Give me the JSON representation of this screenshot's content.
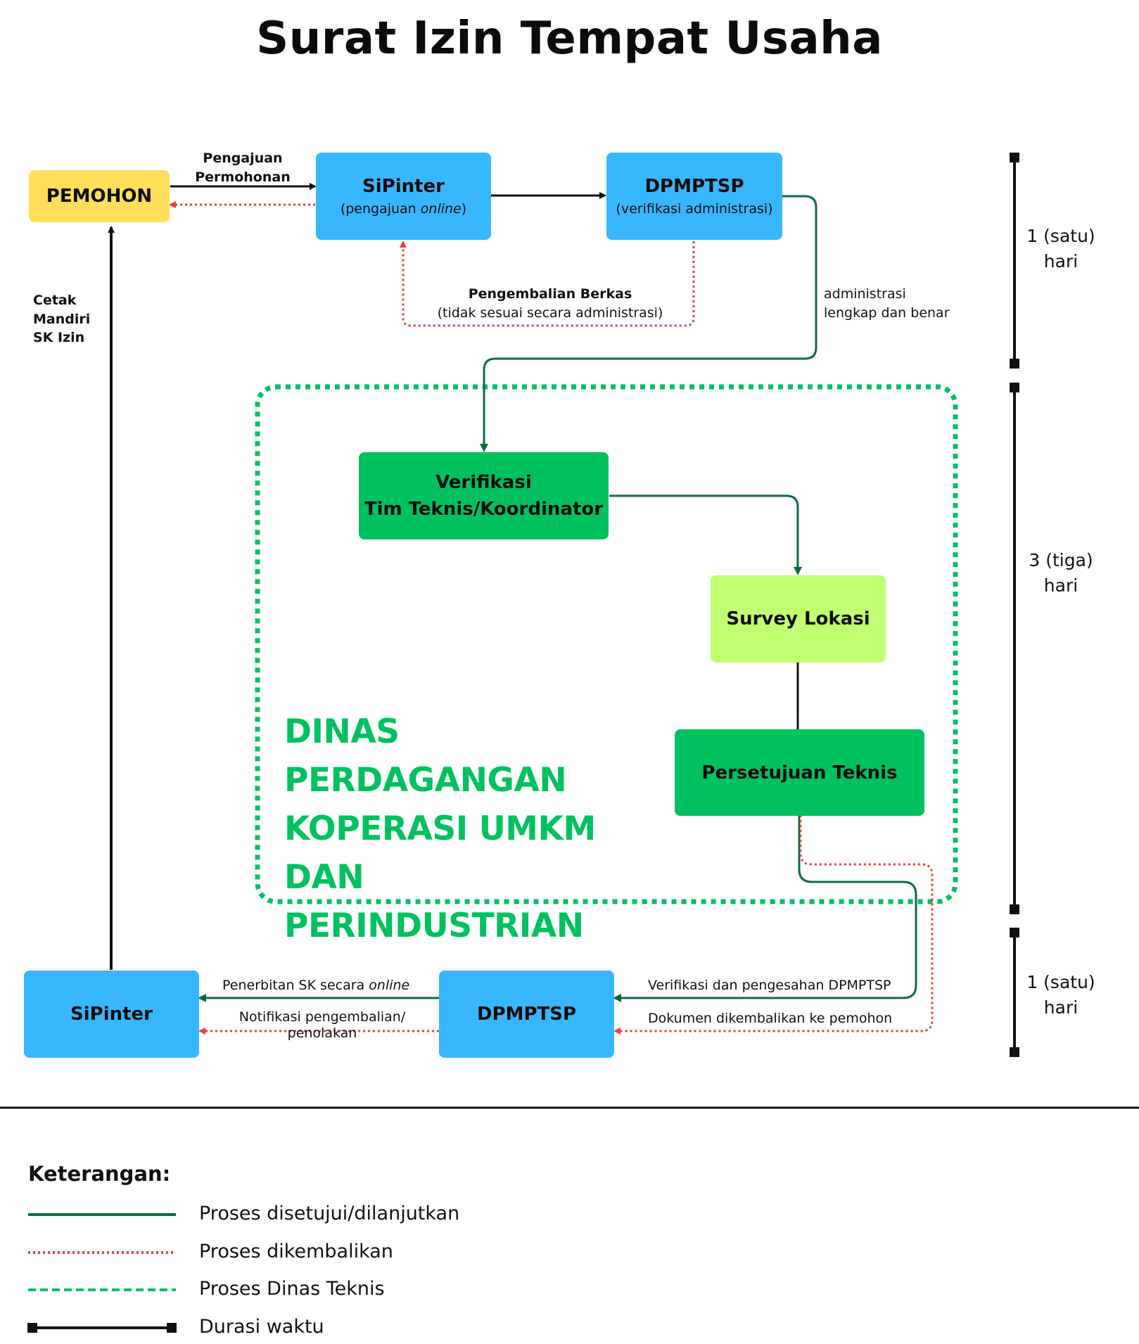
{
  "title": "Surat Izin Tempat Usaha",
  "colors": {
    "approved_line": "#0e6b3f",
    "returned_line": "#f03a3a",
    "dinas_boundary": "#00c160",
    "pemohon_box": "#ffde59",
    "sipinter_box": "#38b6ff",
    "dpmptsp_box": "#38b6ff",
    "technical_box": "#00c160",
    "survey_box": "#c1ff72"
  },
  "nodes": {
    "pemohon": {
      "label": "PEMOHON"
    },
    "sipinter_top": {
      "label": "SiPinter",
      "sub_prefix": "(pengajuan ",
      "sub_italic": "online",
      "sub_suffix": ")"
    },
    "dpmptsp_top": {
      "label": "DPMPTSP",
      "sub_prefix": "(verifikasi administrasi",
      "sub_suffix": ")"
    },
    "verifikasi": {
      "line1": "Verifikasi",
      "line2": "Tim Teknis/Koordinator"
    },
    "survey": {
      "label": "Survey Lokasi"
    },
    "persetujuan": {
      "label": "Persetujuan Teknis"
    },
    "sipinter_bottom": {
      "label": "SiPinter"
    },
    "dpmptsp_bottom": {
      "label": "DPMPTSP"
    }
  },
  "dinas_label": {
    "line1": "DINAS PERDAGANGAN",
    "line2": "KOPERASI UMKM DAN",
    "line3": "PERINDUSTRIAN"
  },
  "edge_labels": {
    "pengajuan_line1": "Pengajuan",
    "pengajuan_line2": "Permohonan",
    "pengembalian_title": "Pengembalian Berkas",
    "pengembalian_sub": "(tidak sesuai secara administrasi)",
    "administrasi_line1": "administrasi",
    "administrasi_line2": "lengkap dan benar",
    "cetak_line1": "Cetak",
    "cetak_line2": "Mandiri",
    "cetak_line3": "SK Izin",
    "penerbitan_prefix": "Penerbitan SK secara ",
    "penerbitan_italic": "online",
    "notifikasi_line1": "Notifikasi pengembalian/",
    "notifikasi_line2": "penolakan",
    "verifikasi_pengesahan": "Verifikasi dan pengesahan DPMPTSP",
    "dokumen_dikembalikan": "Dokumen dikembalikan ke pemohon"
  },
  "durations": [
    {
      "line1": "1 (satu)",
      "line2": "hari"
    },
    {
      "line1": "3 (tiga)",
      "line2": "hari"
    },
    {
      "line1": "1 (satu)",
      "line2": "hari"
    }
  ],
  "legend": {
    "heading": "Keterangan:",
    "items": [
      {
        "label": "Proses disetujui/dilanjutkan",
        "style": "solid-dark-green"
      },
      {
        "label": "Proses dikembalikan",
        "style": "dotted-red"
      },
      {
        "label": "Proses Dinas Teknis",
        "style": "dashed-green"
      },
      {
        "label": "Durasi waktu",
        "style": "black-line-square-ends"
      }
    ]
  }
}
